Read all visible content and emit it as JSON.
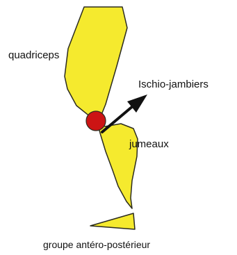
{
  "labels": {
    "quadriceps": "quadriceps",
    "ischio_jambiers": "Ischio-jambiers",
    "jumeaux": "jumeaux",
    "caption": "groupe antéro-postérieur"
  },
  "colors": {
    "limb_fill": "#f5ea2e",
    "outline": "#2b2b1f",
    "joint": "#cc1414",
    "arrow": "#111111"
  }
}
